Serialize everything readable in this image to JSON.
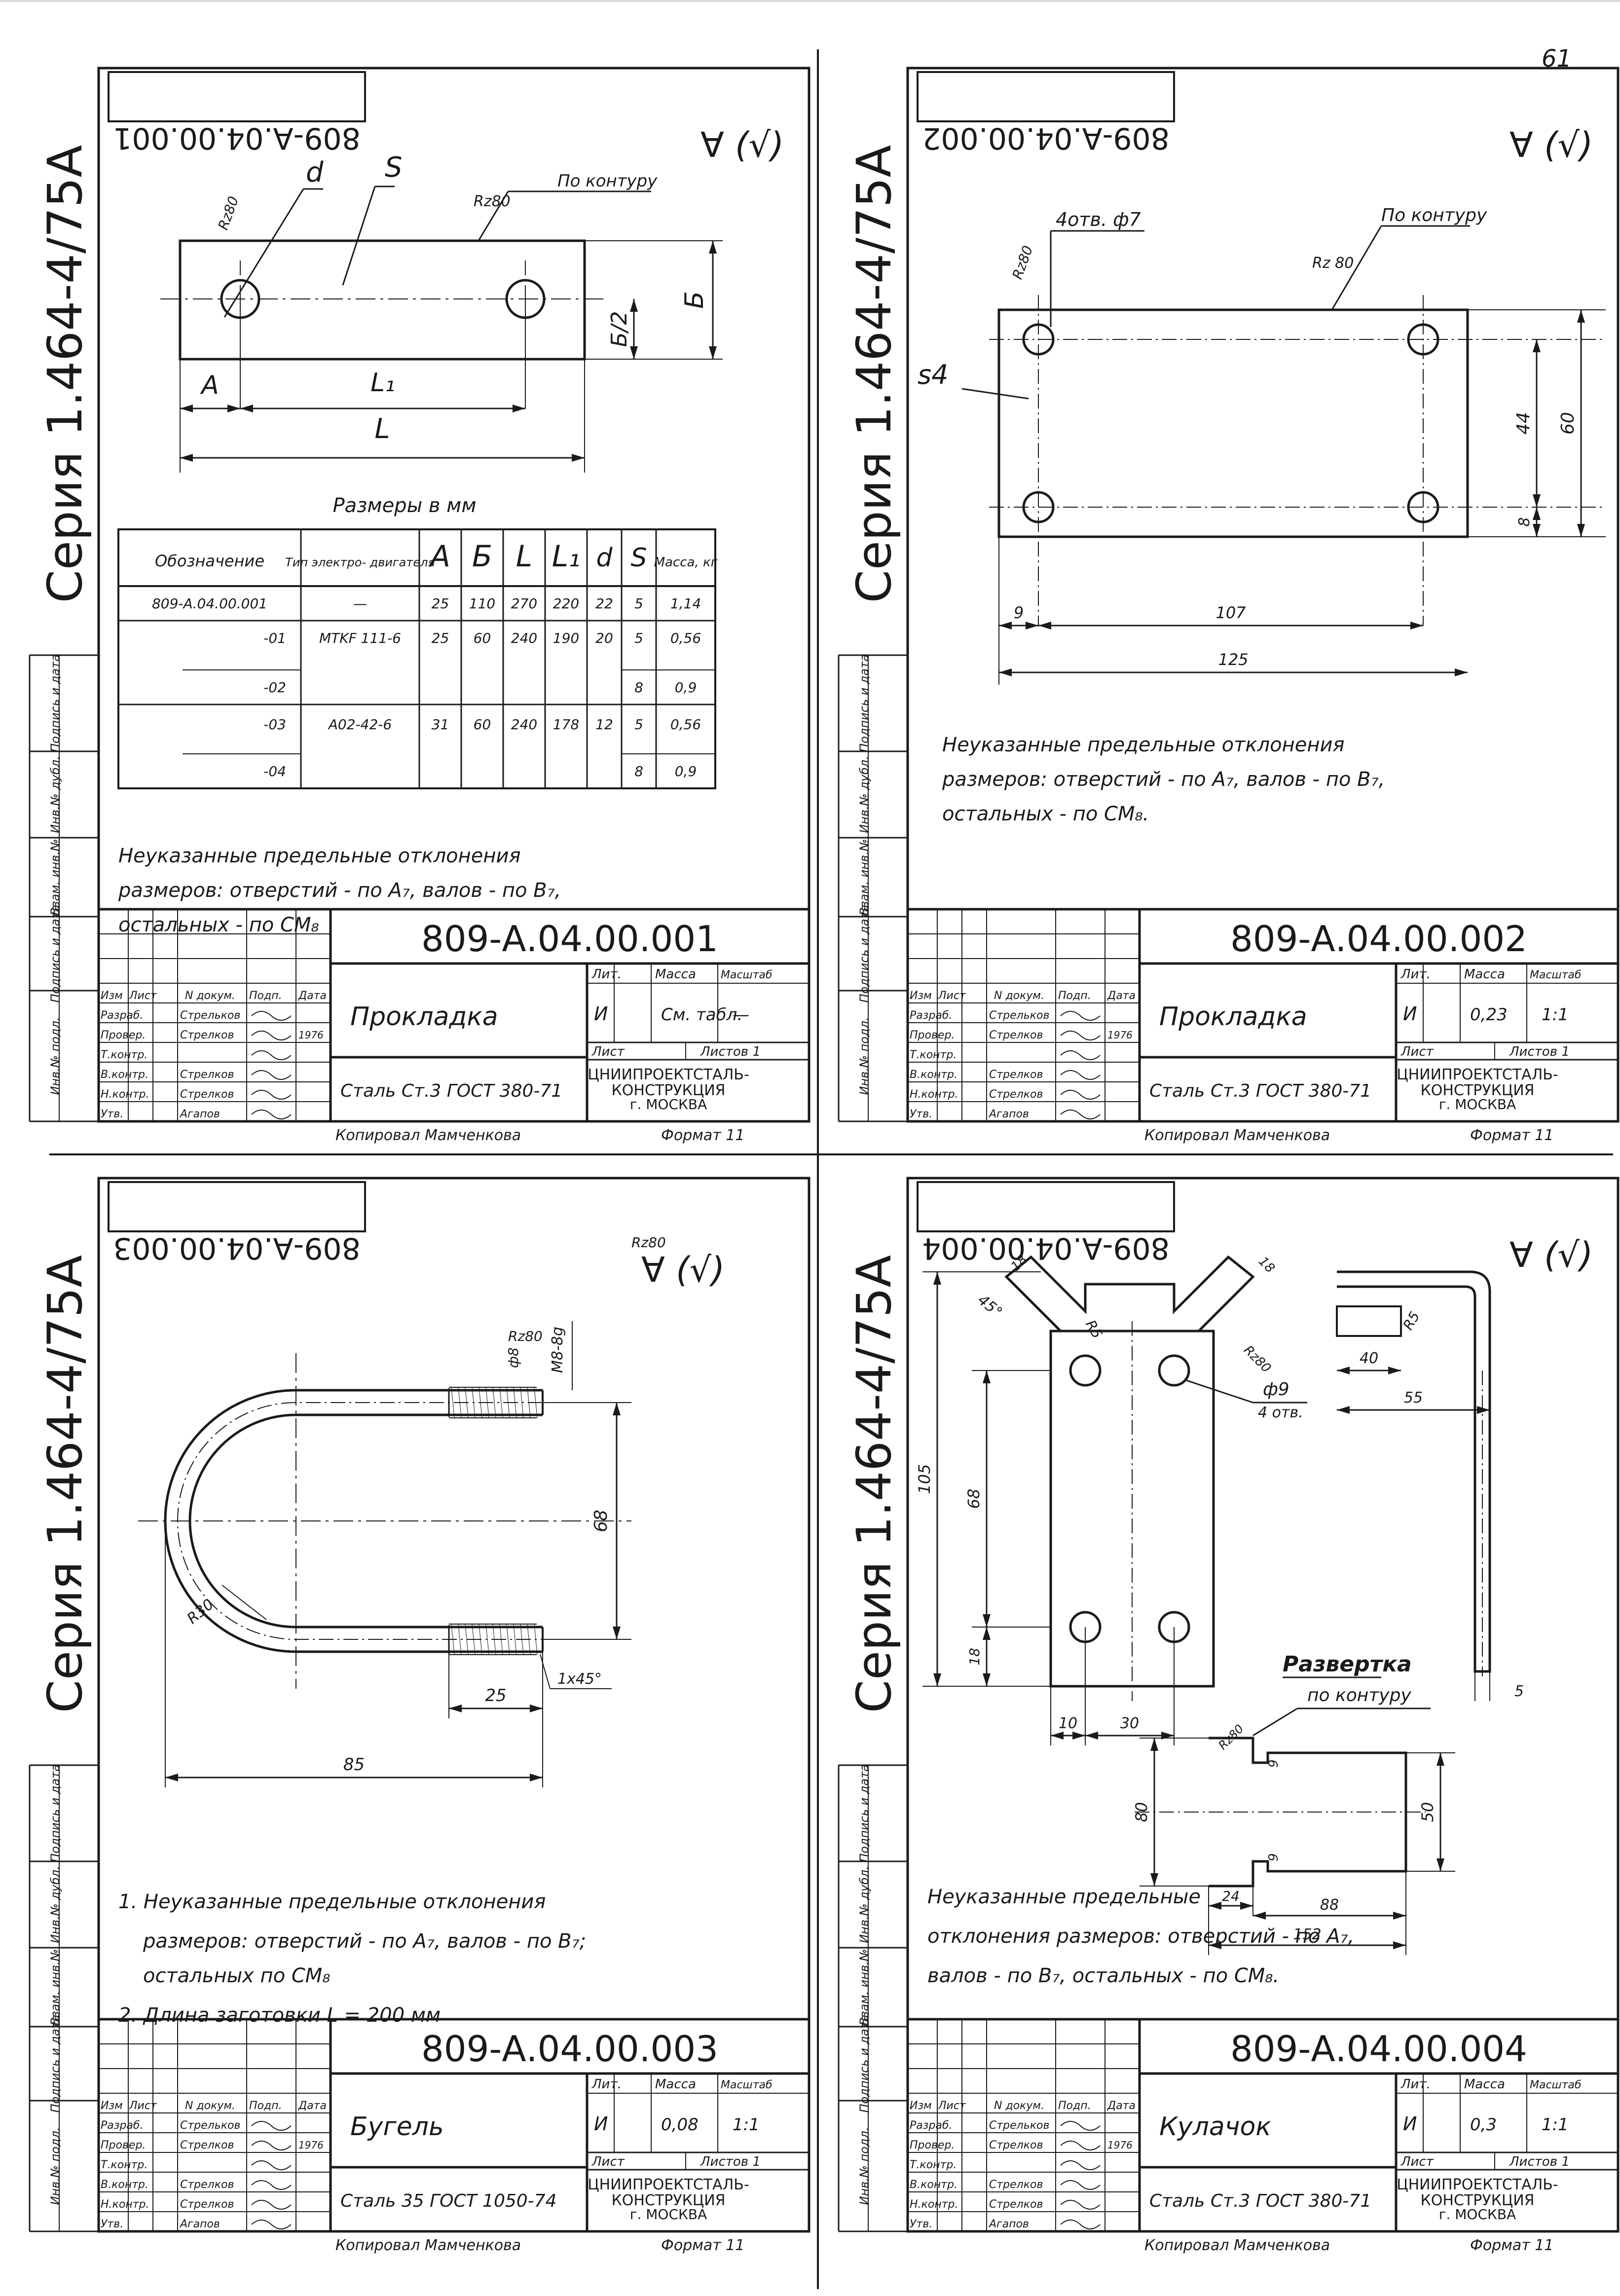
{
  "sheet": {
    "page_number": "61"
  },
  "series": "Серия 1.464-4/75А",
  "side_labels": [
    "Инв.№ подл.",
    "Подпись и дата",
    "Взам. инв.№",
    "Инв.№ дубл.",
    "Подпись и дата"
  ],
  "common": {
    "roughness": "∀ (√)",
    "org": [
      "ЦНИИПРОЕКТСТАЛЬ-",
      "КОНСТРУКЦИЯ",
      "г. МОСКВА"
    ],
    "copied": "Копировал   Мамченкова",
    "format": "Формат 11",
    "tb_headers": {
      "izm": "Изм",
      "list": "Лист",
      "ndok": "N докум.",
      "podp": "Подп.",
      "data": "Дата",
      "lit": "Лит.",
      "massa": "Масса",
      "masshtab": "Масштаб",
      "list2": "Лист",
      "listov": "Листов 1"
    },
    "tb_roles": [
      "Разраб.",
      "Провер.",
      "Т.контр.",
      "В.контр.",
      "Н.контр.",
      "Утв."
    ],
    "tb_names": [
      "Стрельков",
      "Стрелков",
      "",
      "Стрелков",
      "Стрелков",
      "Агапов"
    ],
    "tb_year": "1976",
    "tb_lit_val": "И",
    "tb_scale_val": "1:1"
  },
  "d1": {
    "code": "809-А.04.00.001",
    "name": "Прокладка",
    "material": "Сталь Ст.3 ГОСТ 380-71",
    "mass": "См. табл.",
    "scale": "—",
    "labels": {
      "d": "d",
      "S": "S",
      "rz": "Rz80",
      "contour": "По контуру",
      "A": "А",
      "L1": "L₁",
      "L": "L",
      "B2": "Б/2",
      "B": "Б"
    },
    "table_title": "Размеры в мм",
    "table_headers": [
      "Обозначение",
      "Тип электро- двигателя",
      "А",
      "Б",
      "L",
      "L₁",
      "d",
      "S",
      "Масса, кг"
    ],
    "table_rows": [
      [
        "809-А.04.00.001",
        "—",
        "25",
        "110",
        "270",
        "220",
        "22",
        "5",
        "1,14"
      ],
      [
        "-01",
        "MTKF 111-6",
        "25",
        "60",
        "240",
        "190",
        "20",
        "5",
        "0,56"
      ],
      [
        "-02",
        "",
        "",
        "",
        "",
        "",
        "",
        "8",
        "0,9"
      ],
      [
        "-03",
        "А02-42-6",
        "31",
        "60",
        "240",
        "178",
        "12",
        "5",
        "0,56"
      ],
      [
        "-04",
        "",
        "",
        "",
        "",
        "",
        "",
        "8",
        "0,9"
      ]
    ],
    "notes": [
      "Неуказанные предельные отклонения",
      "размеров: отверстий - по А₇, валов - по В₇,",
      "остальных - по СМ₈"
    ]
  },
  "d2": {
    "code": "809-А.04.00.002",
    "name": "Прокладка",
    "material": "Сталь Ст.3 ГОСТ 380-71",
    "mass": "0,23",
    "scale": "1:1",
    "labels": {
      "holes": "4отв. ф7",
      "rz": "Rz80",
      "rz2": "Rz 80",
      "contour": "По контуру",
      "s4": "s4"
    },
    "dims": {
      "d44": "44",
      "d60": "60",
      "d8": "8",
      "d9": "9",
      "d107": "107",
      "d125": "125"
    },
    "notes": [
      "Неуказанные предельные отклонения",
      "размеров: отверстий - по А₇, валов - по В₇,",
      "остальных - по СМ₈."
    ]
  },
  "d3": {
    "code": "809-А.04.00.003",
    "name": "Бугель",
    "material": "Сталь 35 ГОСТ 1050-74",
    "mass": "0,08",
    "scale": "1:1",
    "labels": {
      "rz": "Rz80",
      "rz2": "Rz80",
      "thread": "М8-8g",
      "d88": "ф8",
      "r30": "R30",
      "chamfer": "1x45°"
    },
    "dims": {
      "d68": "68",
      "d25": "25",
      "d85": "85"
    },
    "notes": [
      "1. Неуказанные предельные отклонения",
      "размеров: отверстий - по А₇, валов - по В₇;",
      "остальных   по СМ₈",
      "2. Длина   заготовки   L  =  200 мм"
    ]
  },
  "d4": {
    "code": "809-А.04.00.004",
    "name": "Кулачок",
    "material": "Сталь Ст.3 ГОСТ 380-71",
    "mass": "0,3",
    "scale": "1:1",
    "labels": {
      "a45": "45°",
      "d18a": "18",
      "d18b": "18",
      "r5": "R5",
      "r5b": "R5",
      "rz": "Rz80",
      "holes_d": "ф9",
      "holes_n": "4 отв.",
      "razv": "Развертка",
      "contour": "по контуру",
      "rz2": "Rz80"
    },
    "dims": {
      "d105": "105",
      "d68": "68",
      "d18": "18",
      "d10": "10",
      "d30": "30",
      "d40": "40",
      "d55": "55",
      "d5": "5",
      "d80": "80",
      "d50": "50",
      "d9a": "9",
      "d9b": "9",
      "d24": "24",
      "d88": "88",
      "d152": "152"
    },
    "notes": [
      "Неуказанные предельные",
      "отклонения размеров: отверстий - по А₇,",
      "валов - по В₇, остальных - по СМ₈."
    ]
  }
}
